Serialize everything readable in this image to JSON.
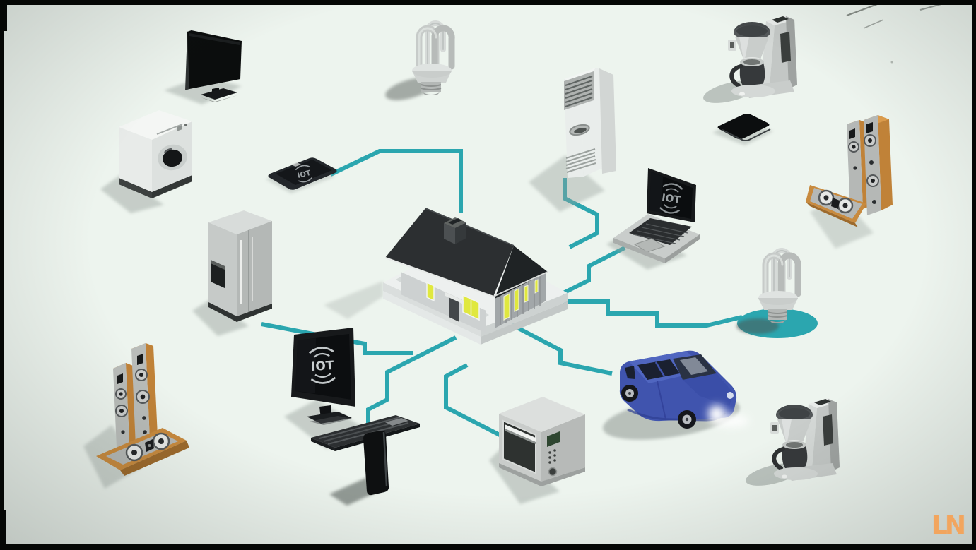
{
  "scene": {
    "background_color": "#edf4ee",
    "connection_color": "#2ba6af",
    "iot_label": "IOT",
    "house": "smart-home-house",
    "devices": [
      "flat-screen-tv",
      "washing-machine",
      "refrigerator",
      "floor-speakers-left",
      "desktop-monitor-iot",
      "keyboard",
      "smartphone-standing",
      "tablet-iot",
      "cfl-bulb-top",
      "floor-air-conditioner",
      "laptop-iot",
      "coffee-maker-top-right",
      "smartphone-flat",
      "floor-speakers-right",
      "cfl-bulb-right",
      "blue-car",
      "microwave-oven",
      "coffee-maker-bottom-right"
    ]
  },
  "watermark": {
    "text": "LN",
    "color": "#f2a55e"
  }
}
